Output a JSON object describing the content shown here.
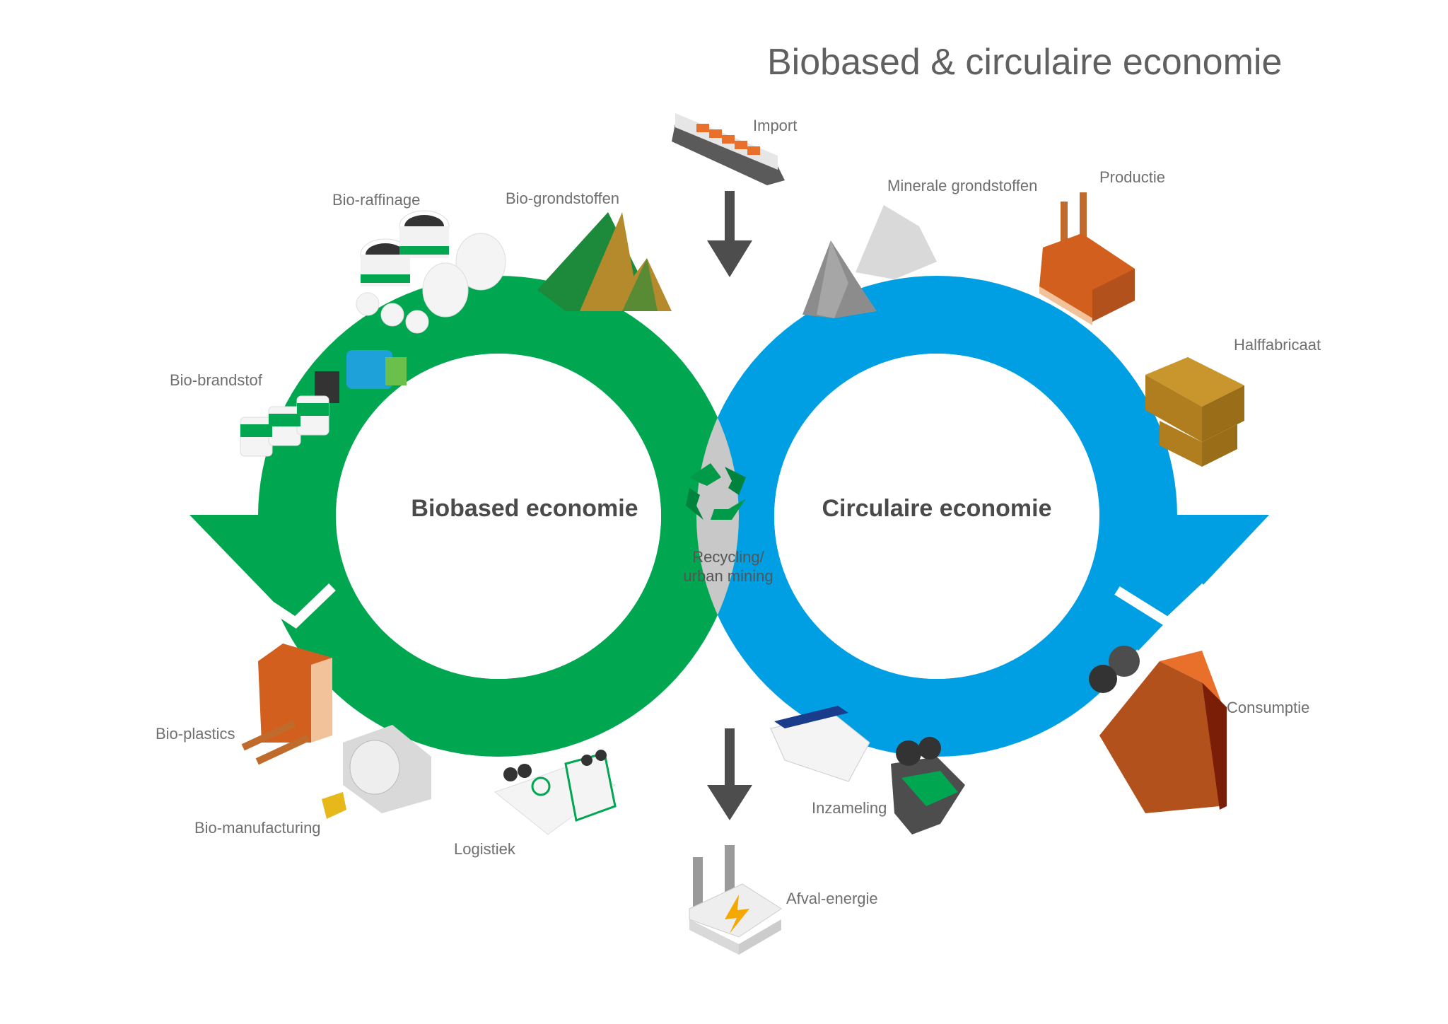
{
  "title": "Biobased & circulaire economie",
  "loops": {
    "left": {
      "label": "Biobased economie",
      "color": "#00a650"
    },
    "right": {
      "label": "Circulaire economie",
      "color": "#009fe3"
    },
    "overlap_color": "#c8c8c8",
    "arrow_color": "#4d4d4d"
  },
  "recycling": {
    "line1": "Recycling/",
    "line2": "urban mining",
    "icon": "recycle-icon"
  },
  "nodes": {
    "import": "Import",
    "bio_raffinage": "Bio-raffinage",
    "bio_grondstoffen": "Bio-grondstoffen",
    "bio_brandstof": "Bio-brandstof",
    "bio_plastics": "Bio-plastics",
    "bio_manufacturing": "Bio-manufacturing",
    "logistiek": "Logistiek",
    "minerale_grondstoffen": "Minerale grondstoffen",
    "productie": "Productie",
    "halffabricaat": "Halffabricaat",
    "consumptie": "Consumptie",
    "inzameling": "Inzameling",
    "afval_energie": "Afval-energie"
  },
  "icons": {
    "import": "cargo-ship-icon",
    "bio_raffinage": "storage-tanks-icon",
    "bio_grondstoffen": "hills-icon",
    "bio_brandstof": "fuel-truck-icon",
    "bio_plastics": "plastics-factory-icon",
    "bio_manufacturing": "machine-icon",
    "logistiek": "delivery-truck-icon",
    "minerale_grondstoffen": "mineral-rocks-icon",
    "productie": "factory-icon",
    "halffabricaat": "boxes-icon",
    "consumptie": "apartment-building-icon",
    "inzameling": "garbage-truck-icon",
    "afval_energie": "power-plant-icon"
  }
}
